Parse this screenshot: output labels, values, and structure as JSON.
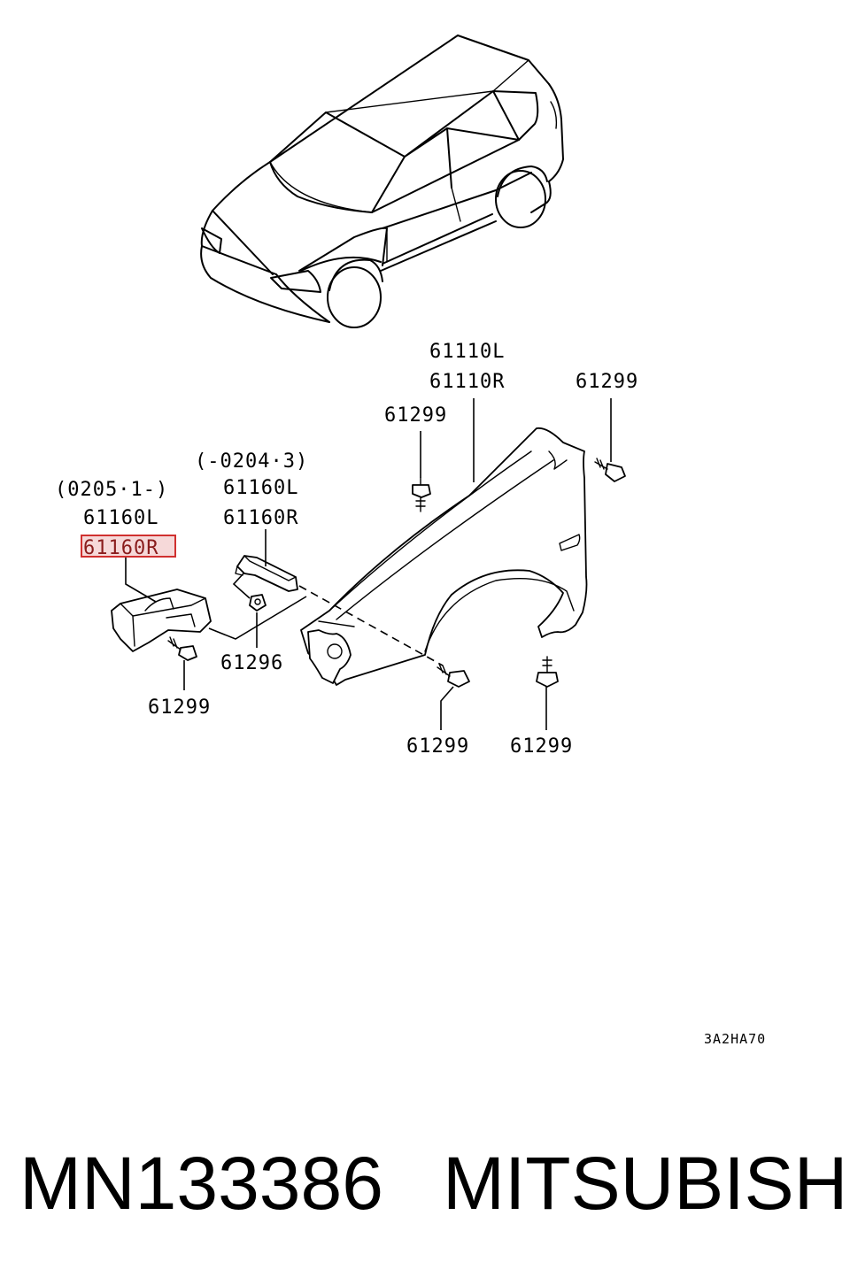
{
  "callouts": {
    "fender_l": "61110L",
    "fender_r": "61110R",
    "screw_top_right": "61299",
    "screw_top_mid": "61299",
    "range_old": "(-0204·3)",
    "bracket_old_l": "61160L",
    "bracket_old_r": "61160R",
    "range_new": "(0205·1-)",
    "bracket_new_l": "61160L",
    "bracket_new_r": "61160R",
    "nut": "61296",
    "screw_left": "61299",
    "screw_bottom_mid": "61299",
    "screw_bottom_right": "61299"
  },
  "diagram_code": "3A2HA70",
  "footer": {
    "part_number": "MN133386",
    "brand": "MITSUBISHI"
  },
  "highlight_color": "#d0302f"
}
